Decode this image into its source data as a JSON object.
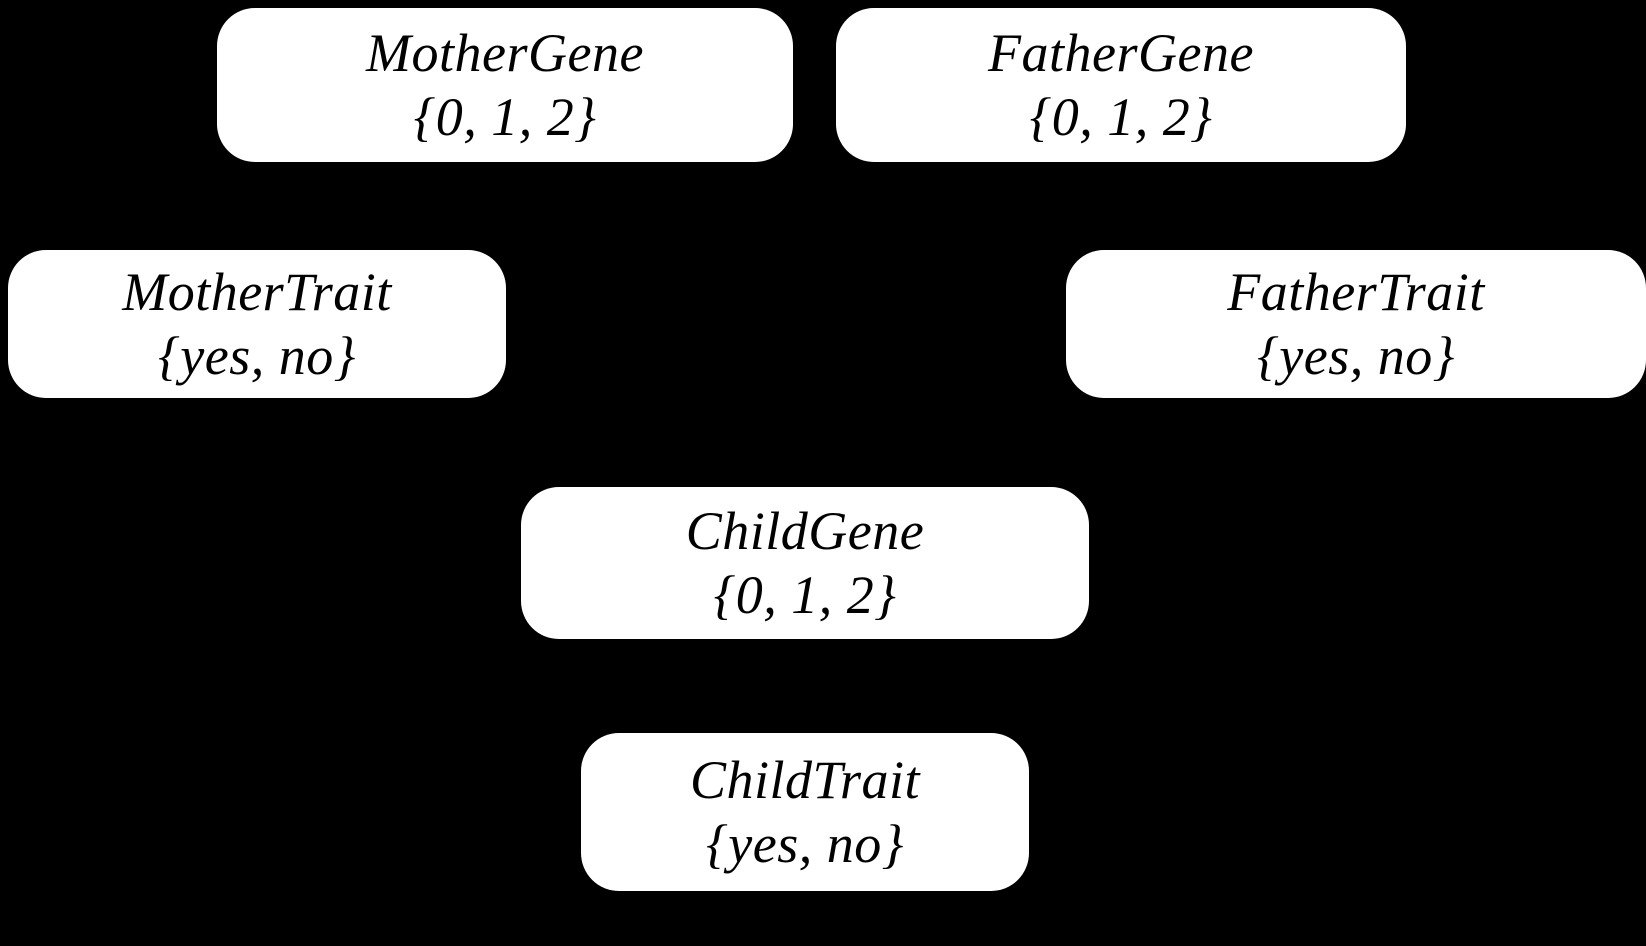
{
  "diagram": {
    "type": "bayesian-network",
    "background_color": "#000000",
    "node_fill_color": "#ffffff",
    "node_text_color": "#000000",
    "nodes": [
      {
        "id": "mother-gene",
        "title": "MotherGene",
        "domain": "{0, 1, 2}"
      },
      {
        "id": "father-gene",
        "title": "FatherGene",
        "domain": "{0, 1, 2}"
      },
      {
        "id": "mother-trait",
        "title": "MotherTrait",
        "domain": "{yes, no}"
      },
      {
        "id": "father-trait",
        "title": "FatherTrait",
        "domain": "{yes, no}"
      },
      {
        "id": "child-gene",
        "title": "ChildGene",
        "domain": "{0, 1, 2}"
      },
      {
        "id": "child-trait",
        "title": "ChildTrait",
        "domain": "{yes, no}"
      }
    ]
  }
}
